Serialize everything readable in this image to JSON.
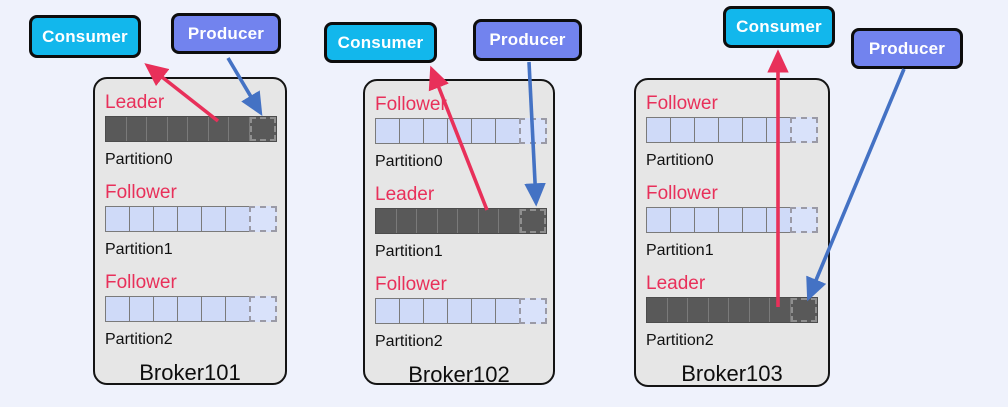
{
  "palette": {
    "background": "#EFF2FC",
    "consumer_fill": "#12B7EC",
    "producer_fill": "#7283EE",
    "broker_fill": "#E6E6E6",
    "leader_bar_fill": "#595959",
    "follower_cell_fill": "#CFDAF8",
    "role_text_color": "#E8305A",
    "consume_arrow_color": "#E8305A",
    "produce_arrow_color": "#4472C4"
  },
  "bars": {
    "leader_solid_cells": 7,
    "follower_solid_cells": 6,
    "dashed_tail_cells": 1
  },
  "clients": [
    {
      "kind": "consumer",
      "label": "Consumer"
    },
    {
      "kind": "producer",
      "label": "Producer"
    },
    {
      "kind": "consumer",
      "label": "Consumer"
    },
    {
      "kind": "producer",
      "label": "Producer"
    },
    {
      "kind": "consumer",
      "label": "Consumer"
    },
    {
      "kind": "producer",
      "label": "Producer"
    }
  ],
  "brokers": [
    {
      "name": "Broker101",
      "partitions": [
        {
          "role": "Leader",
          "name": "Partition0",
          "type": "leader"
        },
        {
          "role": "Follower",
          "name": "Partition1",
          "type": "follower"
        },
        {
          "role": "Follower",
          "name": "Partition2",
          "type": "follower"
        }
      ]
    },
    {
      "name": "Broker102",
      "partitions": [
        {
          "role": "Follower",
          "name": "Partition0",
          "type": "follower"
        },
        {
          "role": "Leader",
          "name": "Partition1",
          "type": "leader"
        },
        {
          "role": "Follower",
          "name": "Partition2",
          "type": "follower"
        }
      ]
    },
    {
      "name": "Broker103",
      "partitions": [
        {
          "role": "Follower",
          "name": "Partition0",
          "type": "follower"
        },
        {
          "role": "Follower",
          "name": "Partition1",
          "type": "follower"
        },
        {
          "role": "Leader",
          "name": "Partition2",
          "type": "leader"
        }
      ]
    }
  ],
  "arrows": [
    {
      "from": "Broker101/Partition0(Leader)",
      "to": "Consumer",
      "kind": "consume"
    },
    {
      "from": "Producer",
      "to": "Broker101/Partition0(Leader)",
      "kind": "produce"
    },
    {
      "from": "Broker102/Partition1(Leader)",
      "to": "Consumer",
      "kind": "consume"
    },
    {
      "from": "Producer",
      "to": "Broker102/Partition1(Leader)",
      "kind": "produce"
    },
    {
      "from": "Broker103/Partition2(Leader)",
      "to": "Consumer",
      "kind": "consume"
    },
    {
      "from": "Producer",
      "to": "Broker103/Partition2(Leader)",
      "kind": "produce"
    }
  ]
}
